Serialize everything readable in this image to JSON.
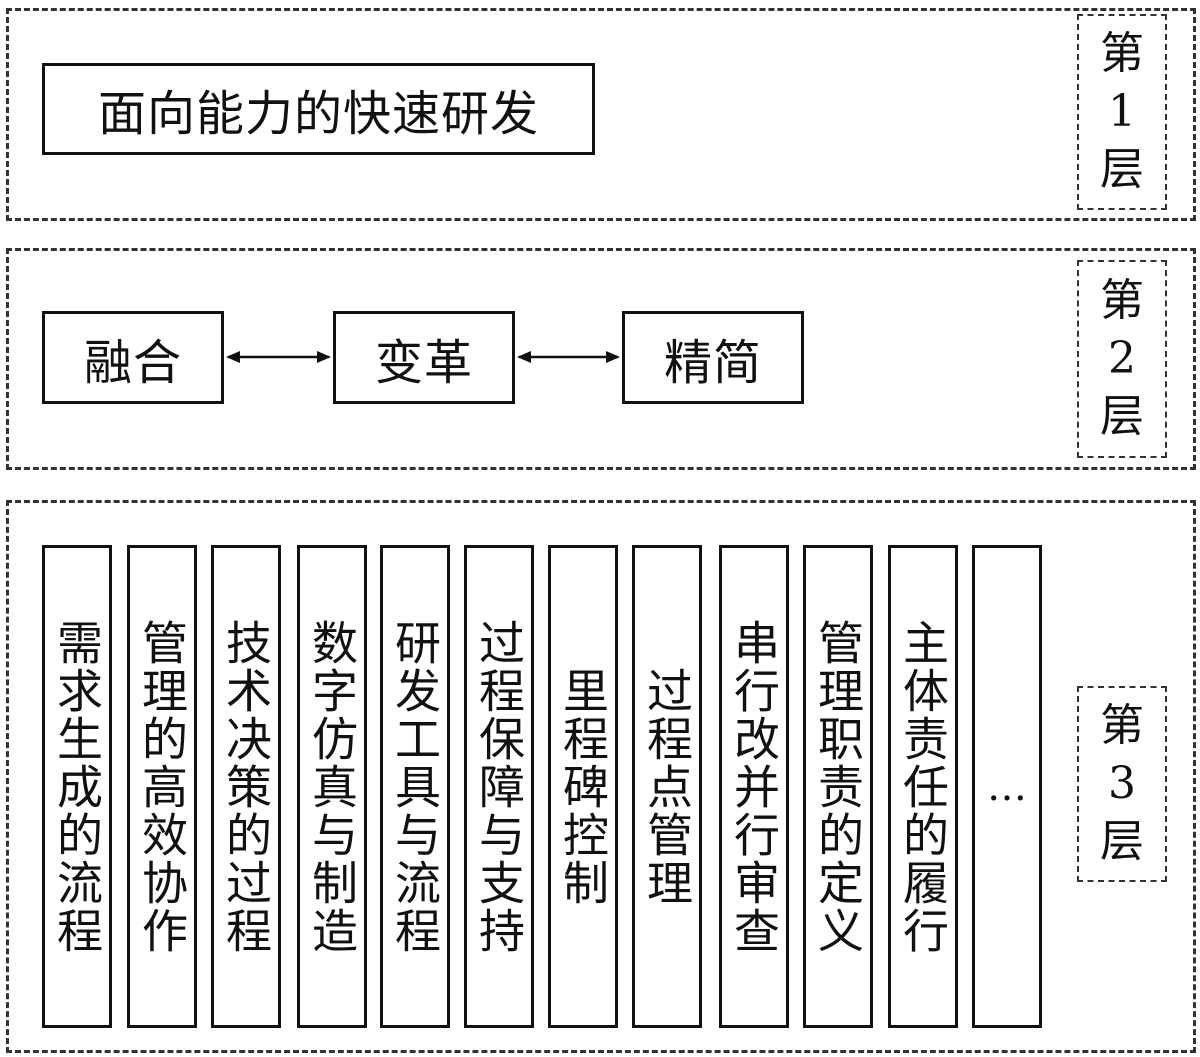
{
  "layers": [
    {
      "tag": [
        "第",
        "1",
        "层"
      ],
      "title": "面向能力的快速研发"
    },
    {
      "tag": [
        "第",
        "2",
        "层"
      ],
      "nodes": [
        "融合",
        "变革",
        "精简"
      ]
    },
    {
      "tag": [
        "第",
        "3",
        "层"
      ],
      "columns": [
        "需求生成的流程",
        "管理的高效协作",
        "技术决策的过程",
        "数字仿真与制造",
        "研发工具与流程",
        "过程保障与支持",
        "里程碑控制",
        "过程点管理",
        "串行改并行审查",
        "管理职责的定义",
        "主体责任的履行",
        "…"
      ]
    }
  ]
}
